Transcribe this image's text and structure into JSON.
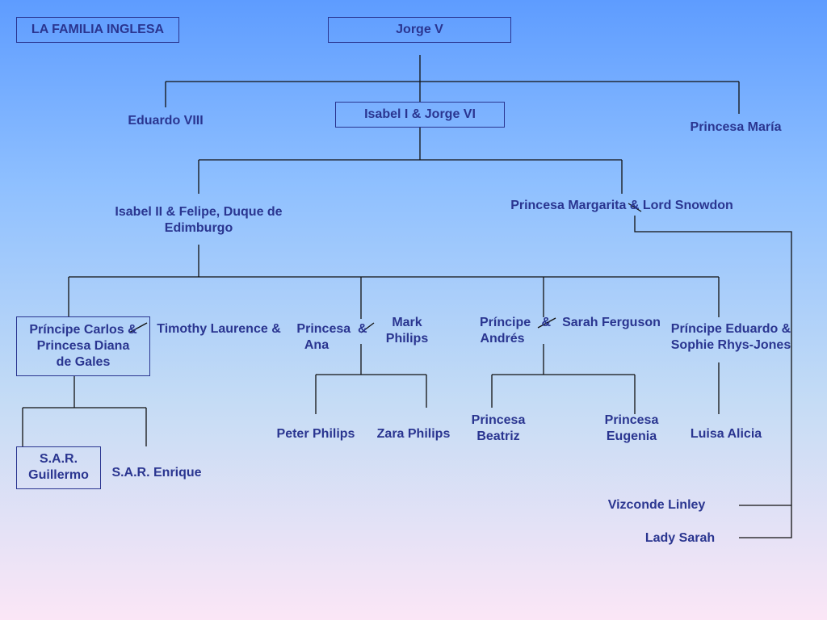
{
  "title": "LA FAMILIA INGLESA",
  "people": {
    "jorge_v": "Jorge V",
    "eduardo_viii": "Eduardo VIII",
    "isabel_jorge_vi": "Isabel I & Jorge VI",
    "princesa_maria": "Princesa María",
    "isabel_ii_line1": "Isabel II & Felipe, Duque de",
    "isabel_ii_line2": "Edimburgo",
    "margarita": "Princesa Margarita & Lord Snowdon",
    "carlos_line1": "Príncipe Carlos &",
    "carlos_line2": "Princesa Diana",
    "carlos_line3": "de Gales",
    "timothy": "Timothy Laurence &",
    "ana_line1": "Princesa  &",
    "ana_line2": "Ana",
    "mark_line1": "Mark",
    "mark_line2": "Philips",
    "andres_line1": "Príncipe   &",
    "andres_line2": "Andrés",
    "sarah_ferguson": "Sarah Ferguson",
    "eduardo_line1": "Príncipe Eduardo &",
    "eduardo_line2": "Sophie Rhys-Jones",
    "guillermo_line1": "S.A.R.",
    "guillermo_line2": "Guillermo",
    "enrique": "S.A.R. Enrique",
    "peter": "Peter Philips",
    "zara": "Zara Philips",
    "beatriz_line1": "Princesa",
    "beatriz_line2": "Beatriz",
    "eugenia_line1": "Princesa",
    "eugenia_line2": "Eugenia",
    "luisa": "Luisa Alicia",
    "linley": "Vizconde Linley",
    "lady_sarah": "Lady Sarah"
  },
  "colors": {
    "text": "#2a3590",
    "lines": "#111111"
  }
}
